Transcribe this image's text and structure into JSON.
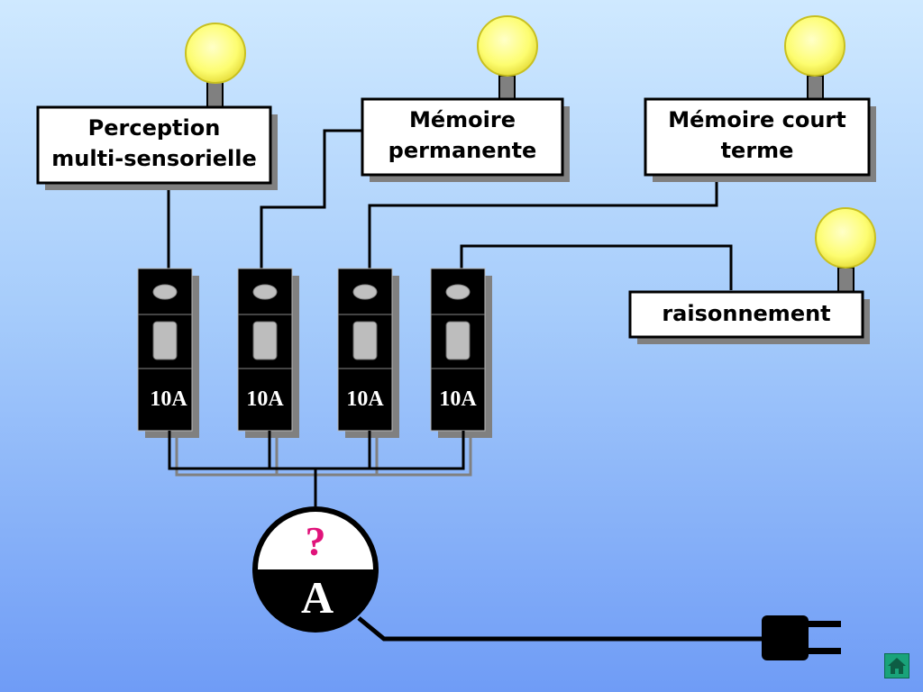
{
  "labels": {
    "perception": {
      "line1": "Perception",
      "line2": "multi-sensorielle"
    },
    "memoire_permanente": {
      "line1": "Mémoire",
      "line2": "permanente"
    },
    "memoire_court_terme": {
      "line1": "Mémoire court",
      "line2": "terme"
    },
    "raisonnement": {
      "line1": "raisonnement"
    }
  },
  "breakers": [
    {
      "rating": "10A"
    },
    {
      "rating": "10A"
    },
    {
      "rating": "10A"
    },
    {
      "rating": "10A"
    }
  ],
  "ammeter": {
    "question": "?",
    "symbol": "A"
  },
  "colors": {
    "bulb": "#ffff80",
    "meter_question": "#e0137a",
    "home_button": "#19a37a"
  },
  "icons": {
    "home": "home-icon",
    "plug": "plug-icon",
    "bulb": "light-bulb-icon"
  }
}
